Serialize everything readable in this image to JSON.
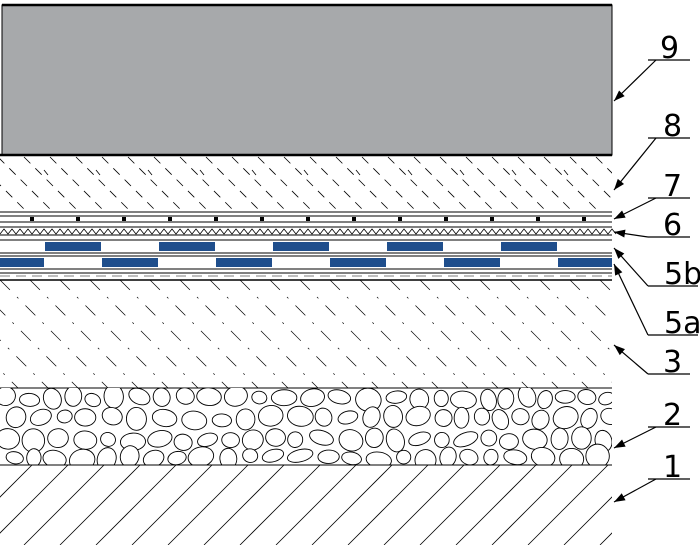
{
  "diagram": {
    "colors": {
      "top_layer_fill": "#a7a9ab",
      "strip_blue": "#1f4e8c",
      "line": "#000000",
      "background": "#ffffff"
    },
    "callouts": [
      {
        "id": "9",
        "label": "9"
      },
      {
        "id": "8",
        "label": "8"
      },
      {
        "id": "7",
        "label": "7"
      },
      {
        "id": "6",
        "label": "6"
      },
      {
        "id": "5b",
        "label": "5b"
      },
      {
        "id": "5a",
        "label": "5a"
      },
      {
        "id": "3",
        "label": "3"
      },
      {
        "id": "2",
        "label": "2"
      },
      {
        "id": "1",
        "label": "1"
      }
    ]
  }
}
